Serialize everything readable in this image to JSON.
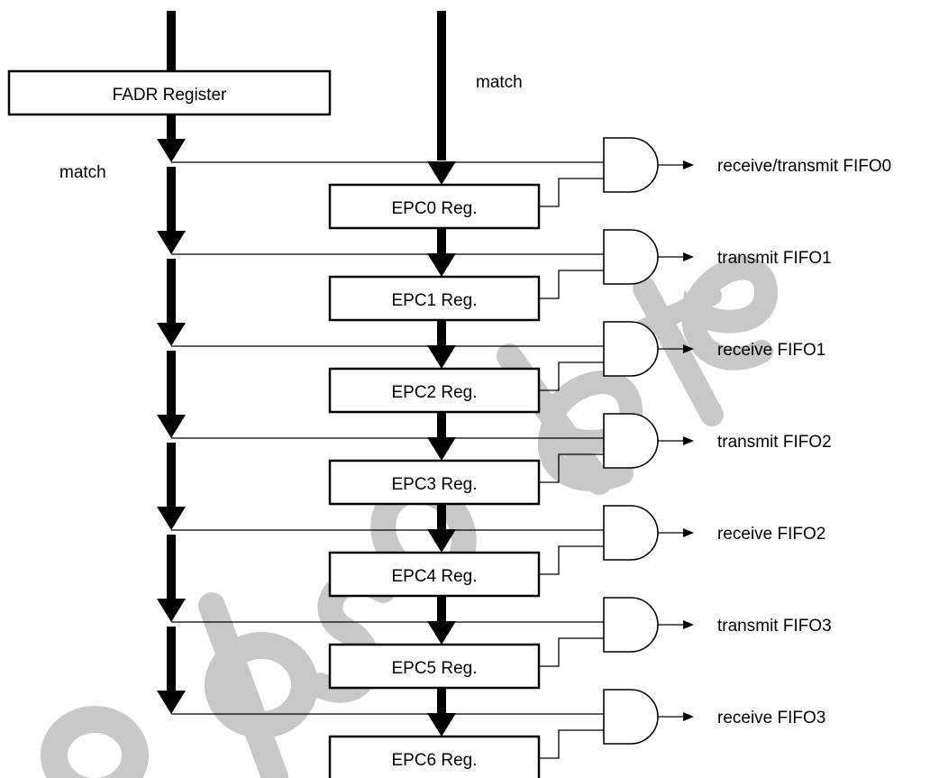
{
  "fadr": {
    "label": "FADR Register"
  },
  "match_top": "match",
  "match_left": "match",
  "registers": [
    {
      "label": "EPC0 Reg.",
      "output": "receive/transmit FIFO0"
    },
    {
      "label": "EPC1 Reg.",
      "output": "transmit FIFO1"
    },
    {
      "label": "EPC2 Reg.",
      "output": "receive FIFO1"
    },
    {
      "label": "EPC3 Reg.",
      "output": "transmit FIFO2"
    },
    {
      "label": "EPC4 Reg.",
      "output": "receive FIFO2"
    },
    {
      "label": "EPC5 Reg.",
      "output": "transmit FIFO3"
    },
    {
      "label": "EPC6 Reg.",
      "output": "receive FIFO3"
    }
  ],
  "watermark": {
    "text": "obsolete",
    "color": "#c8c8c8"
  }
}
